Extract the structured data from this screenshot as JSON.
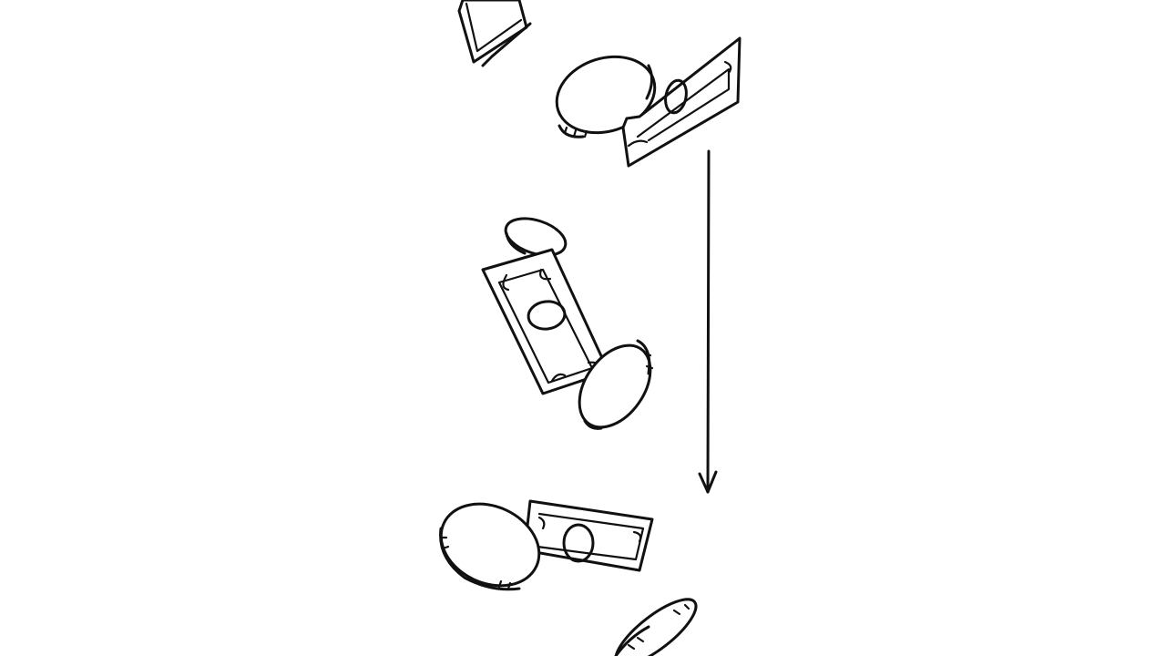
{
  "illustration": {
    "subject": "falling money sketch",
    "background": "#ffffff",
    "ink_color": "#111111",
    "elements": [
      {
        "type": "bill",
        "label": "bill-top-left-partial"
      },
      {
        "type": "coin",
        "label": "coin-top"
      },
      {
        "type": "bill",
        "label": "bill-top-right"
      },
      {
        "type": "coin",
        "label": "coin-middle-small"
      },
      {
        "type": "bill",
        "label": "bill-middle-vertical"
      },
      {
        "type": "coin",
        "label": "coin-middle-lower"
      },
      {
        "type": "coin",
        "label": "coin-bottom-left"
      },
      {
        "type": "bill",
        "label": "bill-bottom"
      },
      {
        "type": "coin",
        "label": "coin-bottom-edge"
      },
      {
        "type": "arrow",
        "label": "downward-arrow",
        "direction": "down"
      }
    ]
  }
}
